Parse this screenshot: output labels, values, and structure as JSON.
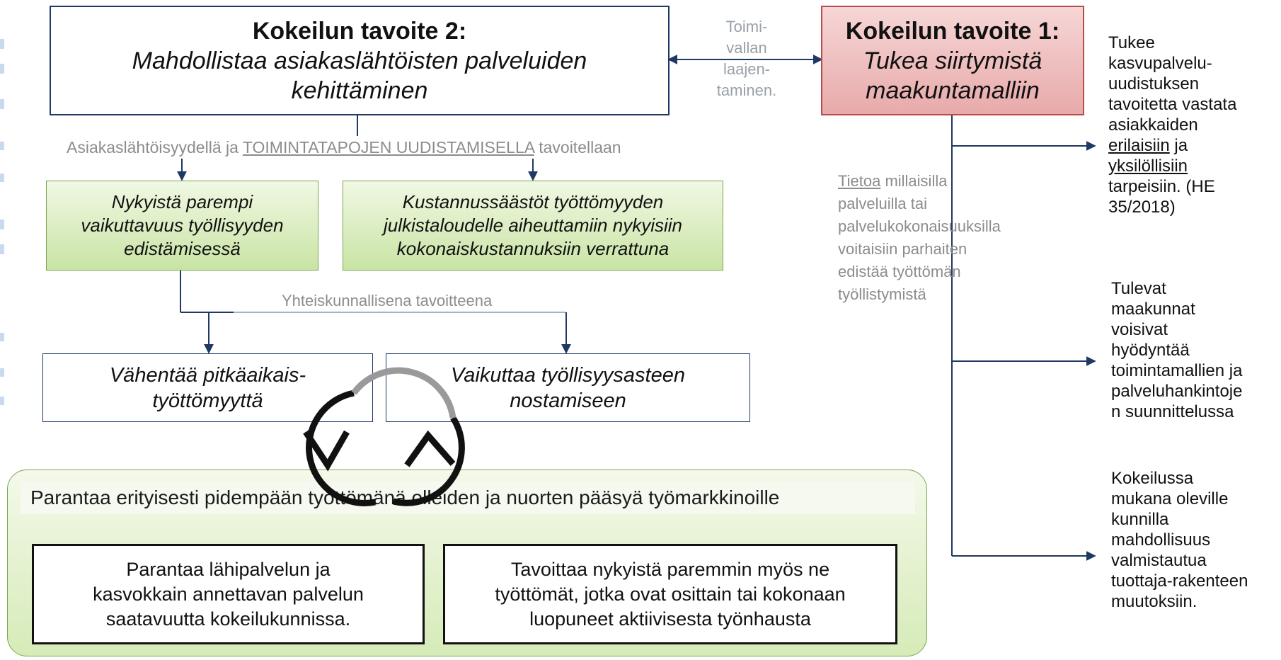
{
  "goal2": {
    "title": "Kokeilun tavoite 2:",
    "subtitle_line1": "Mahdollistaa asiakaslähtöisten palveluiden",
    "subtitle_line2": "kehittäminen"
  },
  "goal1": {
    "title": "Kokeilun tavoite 1:",
    "subtitle_line1": "Tukea siirtymistä",
    "subtitle_line2": "maakuntamalliin"
  },
  "connector_label": {
    "line1": "Toimi-",
    "line2": "vallan",
    "line3": "laajen-",
    "line4": "taminen."
  },
  "pursuit_label": {
    "pre": "Asiakaslähtöisyydellä ja ",
    "underlined": "TOIMINTATAPOJEN UUDISTAMISELLA",
    "post": " tavoitellaan"
  },
  "green_left": {
    "line1": "Nykyistä parempi",
    "line2": "vaikuttavuus työllisyyden",
    "line3": "edistämisessä"
  },
  "green_right": {
    "line1": "Kustannussäästöt työttömyyden",
    "line2": "julkistaloudelle aiheuttamiin nykyisiin",
    "line3": "kokonaiskustannuksiin verrattuna"
  },
  "societal_label": "Yhteiskunnallisena tavoitteena",
  "reduce_box": {
    "line1": "Vähentää pitkäaikais-",
    "line2": "työttömyyttä"
  },
  "employment_box": {
    "line1": "Vaikuttaa työllisyysasteen",
    "line2": "nostamiseen"
  },
  "big_green": {
    "header": "Parantaa erityisesti pidempään työttömänä olleiden ja nuorten pääsyä työmarkkinoille",
    "left_box": {
      "line1": "Parantaa lähipalvelun ja",
      "line2": "kasvokkain annettavan palvelun",
      "line3": "saatavuutta kokeilukunnissa."
    },
    "right_box": {
      "line1": "Tavoittaa nykyistä paremmin myös ne",
      "line2": "työttömät, jotka ovat osittain tai kokonaan",
      "line3": "luopuneet aktiivisesta työnhausta"
    }
  },
  "info_label": {
    "underlined": "Tietoa",
    "line1_rest": " millaisilla",
    "line2": "palveluilla tai",
    "line3": "palvelukokonaisuuksilla",
    "line4": "voitaisiin parhaiten",
    "line5": "edistää työttömän",
    "line6": "työllistymistä"
  },
  "right_items": {
    "item1": {
      "l1": "Tukee",
      "l2": "kasvupalvelu-",
      "l3": "uudistuksen",
      "l4": "tavoitetta vastata",
      "l5": "asiakkaiden",
      "l6u": "erilaisiin",
      "l6": " ja",
      "l7u": "yksilöllisiin",
      "l8": "tarpeisiin. (HE",
      "l9": "35/2018)"
    },
    "item2": {
      "l1": "Tulevat",
      "l2": "maakunnat",
      "l3": "voisivat",
      "l4": "hyödyntää",
      "l5": "toimintamallien ja",
      "l6": "palveluhankintoje",
      "l7": "n suunnittelussa"
    },
    "item3": {
      "l1": "Kokeilussa",
      "l2": "mukana oleville",
      "l3": "kunnilla",
      "l4": "mahdollisuus",
      "l5": "valmistautua",
      "l6": "tuottaja-rakenteen",
      "l7": "muutoksiin."
    }
  },
  "colors": {
    "navy": "#1f3864",
    "green_border": "#7aa550",
    "red_fill": "#e8aaaa",
    "grey_text": "#8c8c8c"
  }
}
